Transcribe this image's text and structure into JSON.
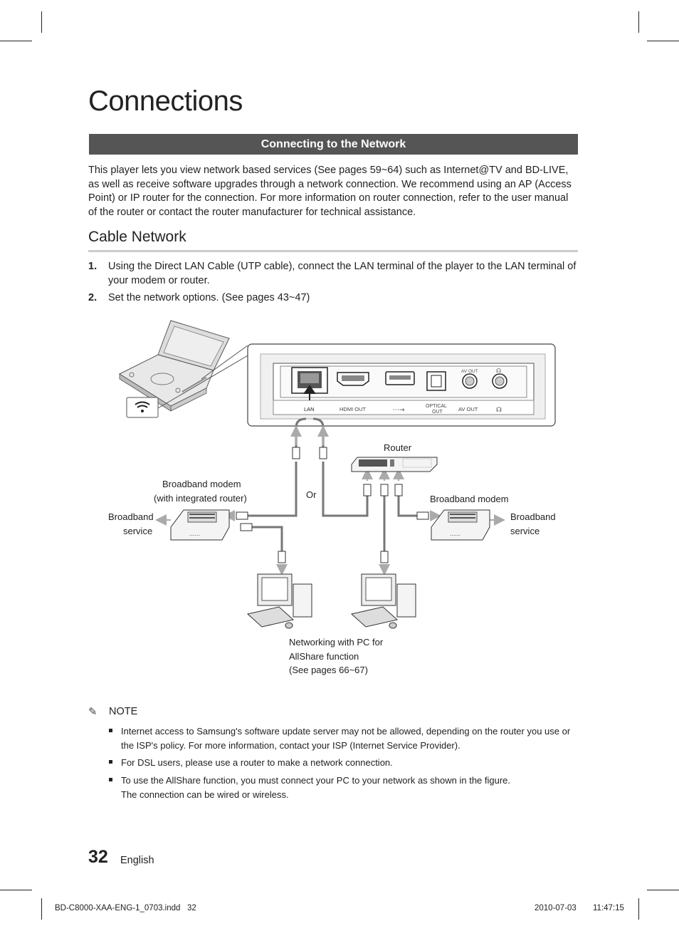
{
  "page": {
    "title": "Connections",
    "section_title": "Connecting to the Network",
    "intro": "This player lets you view network based services (See pages 59~64) such as Internet@TV and BD-LIVE, as well as receive software upgrades through a network connection. We recommend using an AP (Access Point) or IP router for the connection. For more information on router connection, refer to the user manual of the router or contact the router manufacturer for technical assistance.",
    "subheading": "Cable Network",
    "steps": [
      {
        "num": "1.",
        "text": "Using the Direct LAN Cable (UTP cable), connect the LAN terminal of the player to the LAN terminal of your modem or router."
      },
      {
        "num": "2.",
        "text": "Set the network options. (See pages 43~47)"
      }
    ]
  },
  "diagram": {
    "panel_labels": {
      "lan": "LAN",
      "hdmi_out": "HDMI OUT",
      "optical_out_1": "OPTICAL",
      "optical_out_2": "OUT",
      "av_out": "AV OUT",
      "av_out_top": "AV OUT"
    },
    "router": "Router",
    "modem_integrated_1": "Broadband modem",
    "modem_integrated_2": "(with integrated router)",
    "broadband_service_left_1": "Broadband",
    "broadband_service_left_2": "service",
    "or": "Or",
    "modem_right": "Broadband modem",
    "broadband_service_right_1": "Broadband",
    "broadband_service_right_2": "service",
    "pc_caption_1": "Networking with PC for",
    "pc_caption_2": "AllShare function",
    "pc_caption_3": "(See pages 66~67)",
    "modem_dots": "......"
  },
  "note": {
    "heading": "NOTE",
    "items": [
      "Internet access to Samsung's software update server may not be allowed, depending on the router you use or the ISP's policy. For more information, contact your ISP (Internet Service Provider).",
      "For DSL users, please use a router to make a network connection.",
      "To use the AllShare function, you must connect your PC to your network as shown in the figure."
    ],
    "item3_line2": "The connection can be wired or wireless."
  },
  "footer": {
    "page_number": "32",
    "language": "English",
    "file": "BD-C8000-XAA-ENG-1_0703.indd   32",
    "date": "2010-07-03",
    "time": "11:47:15"
  },
  "colors": {
    "section_bar": "#555555",
    "cable": "#777777",
    "arrow": "#aaaaaa"
  }
}
